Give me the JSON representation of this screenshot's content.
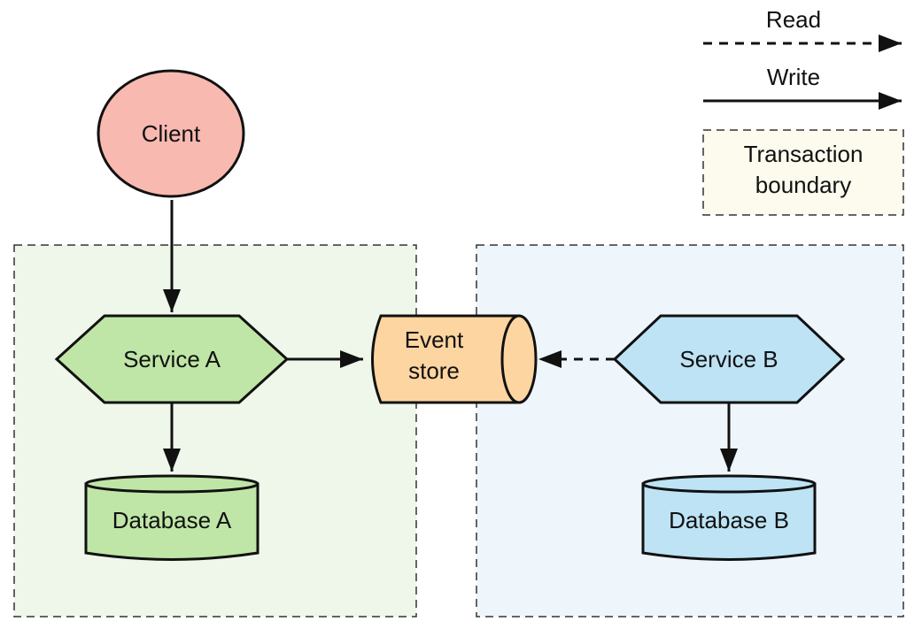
{
  "legend": {
    "read_label": "Read",
    "write_label": "Write",
    "boundary_label_line1": "Transaction",
    "boundary_label_line2": "boundary"
  },
  "nodes": {
    "client": "Client",
    "service_a": "Service A",
    "database_a": "Database A",
    "event_store_line1": "Event",
    "event_store_line2": "store",
    "service_b": "Service B",
    "database_b": "Database B"
  },
  "colors": {
    "client_fill": "#f8b9b1",
    "service_a_fill": "#bfe6a6",
    "database_a_fill": "#bfe6a6",
    "event_store_fill": "#fdd5a0",
    "service_b_fill": "#bde3f5",
    "database_b_fill": "#bde3f5",
    "boundary_a_fill": "#eef7ea",
    "boundary_b_fill": "#eef6fc",
    "legend_boundary_fill": "#fdfbee",
    "stroke": "#111111"
  }
}
